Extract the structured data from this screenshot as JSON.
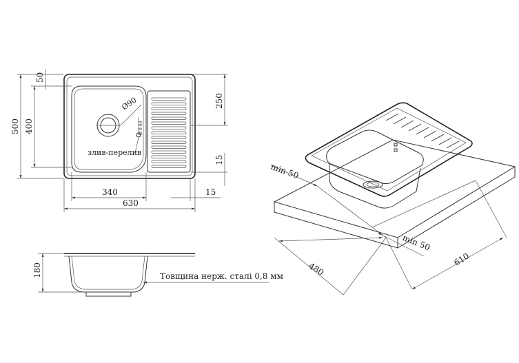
{
  "top_view": {
    "dim_overall_height": "500",
    "dim_bowl_height": "400",
    "dim_top_margin": "50",
    "dim_drainer_height": "250",
    "dim_drainer_margin": "15",
    "dim_bowl_width": "340",
    "dim_right_margin": "15",
    "dim_overall_width": "630",
    "drain_diameter": "Ø90",
    "tap_hole": "Ø 0-40",
    "overflow_label": "злив-перелив"
  },
  "section_view": {
    "dim_depth": "180",
    "steel_thickness_label": "Товщина нерж. сталі 0,8 мм"
  },
  "iso_view": {
    "dim_min_left": "min 50",
    "dim_min_right": "min 50",
    "dim_cabinet_depth": "480",
    "dim_cabinet_width": "610"
  }
}
